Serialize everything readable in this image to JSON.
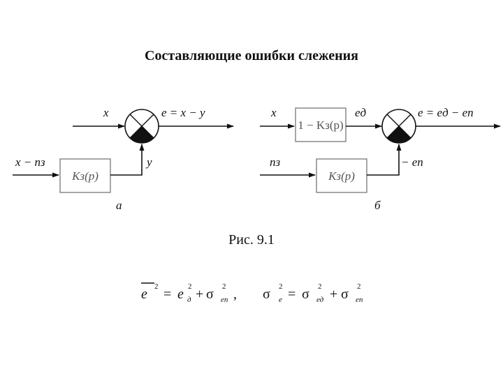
{
  "title": "Составляющие ошибки слежения",
  "caption": "Рис. 9.1",
  "diagram_a": {
    "input_top": "x",
    "input_bottom": "x − nз",
    "block": "Kз(p)",
    "feedback": "y",
    "output": "e = x − y",
    "sublabel": "а"
  },
  "diagram_b": {
    "input_top": "x",
    "input_bottom": "nз",
    "block_top": "1 − Kз(p)",
    "block_bottom": "Kз(p)",
    "mid_signal": "eд",
    "feedback": "− eп",
    "output": "e = eд − eп",
    "sublabel": "б"
  },
  "formula": {
    "lhs1": "e",
    "rhs1a": "e",
    "sub1a": "д",
    "rhs1b": "σ",
    "sub1b": "еп",
    "lhs2": "σ",
    "sub2": "е",
    "rhs2a": "σ",
    "sub2a": "ед",
    "rhs2b": "σ",
    "sub2b": "еп",
    "sq": "2",
    "eq": "=",
    "plus": "+"
  }
}
